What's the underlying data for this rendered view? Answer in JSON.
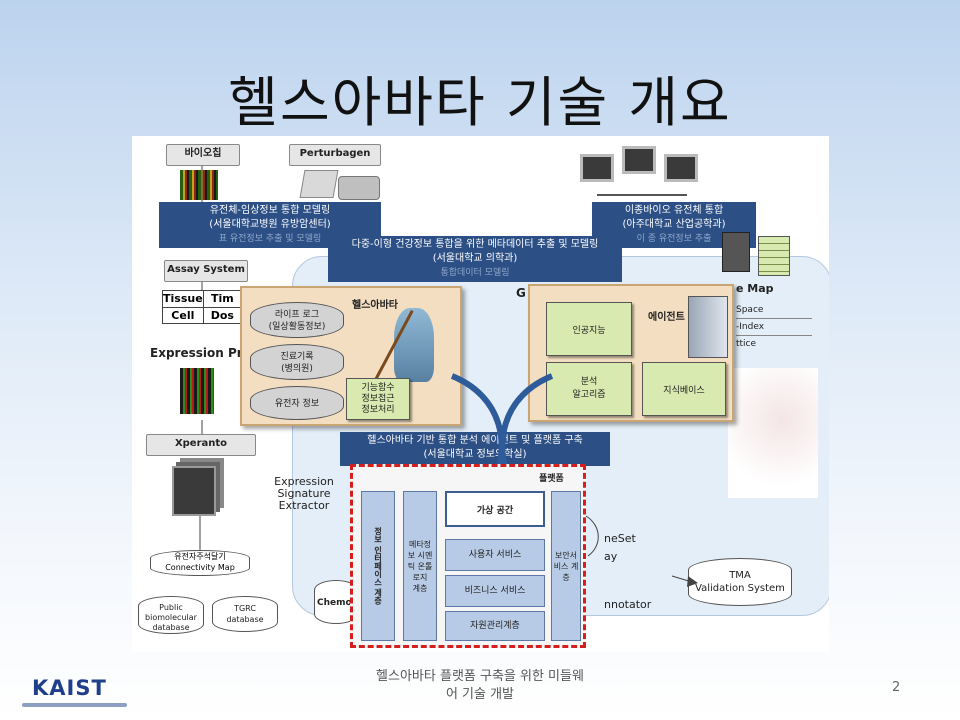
{
  "slide": {
    "title": "헬스아바타 기술 개요",
    "footer_line1": "헬스아바타 플랫폼 구축을 위한 미들웨",
    "footer_line2": "어 기술 개발",
    "page_number": "2",
    "logo_text": "KAIST"
  },
  "diagram": {
    "top_boxes": [
      "바이오칩",
      "Perturbagen"
    ],
    "banner_left": {
      "line1": "유전체-임상정보 통합 모델링",
      "line2": "(서울대학교병원 유방암센터)",
      "ghost": "표 유전정보 추출 및 모델링"
    },
    "banner_right": {
      "line1": "이종바이오 유전체 통합",
      "line2": "(아주대학교 산업공학과)",
      "ghost": "이 종 유전정보 추출"
    },
    "banner_center": {
      "line1": "다중-이형 건강정보 통합을 위한 메타데이터 추출 및 모델링",
      "line2": "(서울대학교 의학과)",
      "ghost": "통합데이터 모델링"
    },
    "banner_bottom": {
      "line1": "헬스아바타 기반 통합 분석 에이전트 및 플랫폼 구축",
      "line2": "(서울대학교 정보의학실)"
    },
    "assay_system": "Assay System",
    "assay_table": [
      "Tissue",
      "Tim",
      "Cell",
      "Dos"
    ],
    "expression_label": "Expression Pr",
    "xperanto": "Xperanto",
    "signature_extractor": [
      "Expression",
      "Signature",
      "Extractor"
    ],
    "cmap_db": [
      "유전자주석달기",
      "Connectivity Map"
    ],
    "public_db": [
      "Public",
      "biomolecular",
      "database"
    ],
    "tgrc_db": [
      "TGRC",
      "database"
    ],
    "chemo_label": "Chemo",
    "geneset_label": "neSet",
    "gene_label2": "ay",
    "annotator_label": "nnotator",
    "tma_label": [
      "TMA",
      "Validation System"
    ],
    "gene_map_label": "e Map",
    "gene_map_rows": [
      "Space",
      "-Index",
      "ttice"
    ],
    "g_label": "G",
    "avatar_panel": {
      "title": "헬스아바타",
      "cylinders": [
        {
          "line1": "라이프 로그",
          "line2": "(일상활동정보)"
        },
        {
          "line1": "진료기록",
          "line2": "(병의원)"
        },
        {
          "line1": "유전자 정보",
          "line2": ""
        }
      ],
      "func_note": [
        "기능함수",
        "정보접근",
        "정보처리"
      ]
    },
    "agent_panel": {
      "title": "에이전트",
      "notes": [
        "인공지능",
        "분석\n알고리즘",
        "지식베이스"
      ]
    },
    "platform": {
      "title": "플랫폼",
      "col1": "정보 인터페이스 계층",
      "col2": "메타정\n보 시멘\n틱 온톨\n로지\n계층",
      "center": [
        "가상 공간",
        "사용자 서비스",
        "비즈니스 서비스",
        "자원관리계층"
      ],
      "col3": "보안서\n비스 계\n층"
    }
  }
}
